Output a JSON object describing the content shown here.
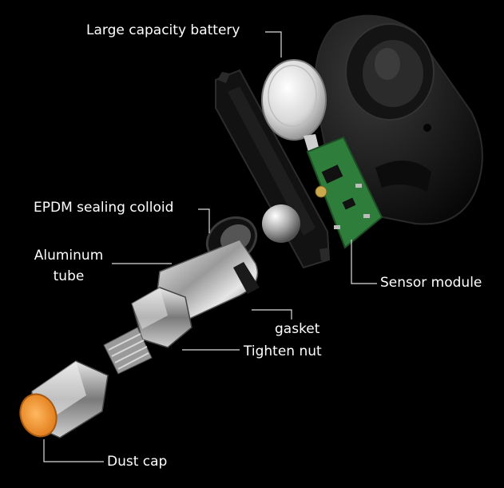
{
  "labels": {
    "battery": "Large capacity battery",
    "sealing": "EPDM sealing colloid",
    "aluminum_line1": "Aluminum",
    "aluminum_line2": "tube",
    "sensor": "Sensor module",
    "gasket": "gasket",
    "nut": "Tighten nut",
    "dustcap": "Dust cap"
  },
  "colors": {
    "background": "#000000",
    "text": "#ffffff",
    "leader_line": "#dddddd",
    "pcb_green": "#2f7d3a",
    "dust_cap_orange": "#f0a040",
    "metal": "#c8c8c8",
    "housing": "#1a1a1a"
  }
}
